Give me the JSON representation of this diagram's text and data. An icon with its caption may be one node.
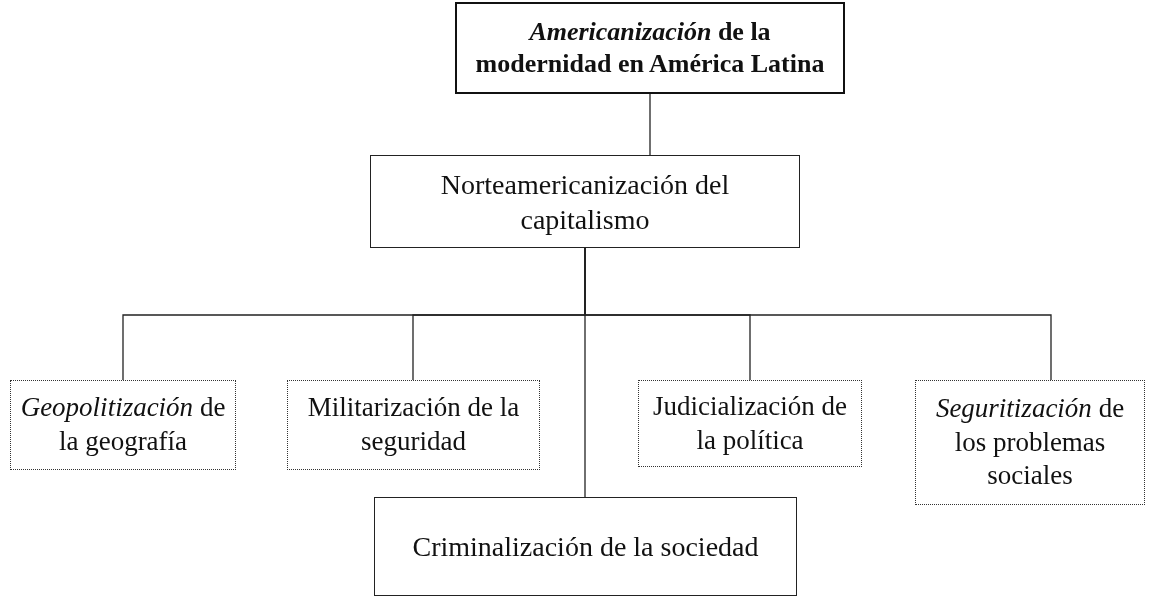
{
  "diagram": {
    "nodes": [
      {
        "text": [
          "*Americanización* de la modernidad en América Latina"
        ]
      },
      {
        "text": [
          "Norteamericanización del capitalismo"
        ]
      },
      {
        "text": [
          "*Geopolitización* de la geografía"
        ]
      },
      {
        "text": [
          "Militarización de la seguridad"
        ]
      },
      {
        "text": [
          "Judicialización de la política"
        ]
      },
      {
        "text": [
          "*Seguritización* de los problemas sociales"
        ]
      },
      {
        "text": [
          "Criminalización de la sociedad"
        ]
      }
    ],
    "edges": [
      {
        "from": 0,
        "to": 1,
        "arrow": "none"
      },
      {
        "from": 1,
        "to": 2,
        "arrow": "none"
      },
      {
        "from": 1,
        "to": 3,
        "arrow": "none"
      },
      {
        "from": 1,
        "to": 6,
        "arrow": "none"
      },
      {
        "from": 1,
        "to": 4,
        "arrow": "none"
      },
      {
        "from": 1,
        "to": 5,
        "arrow": "none"
      }
    ]
  }
}
